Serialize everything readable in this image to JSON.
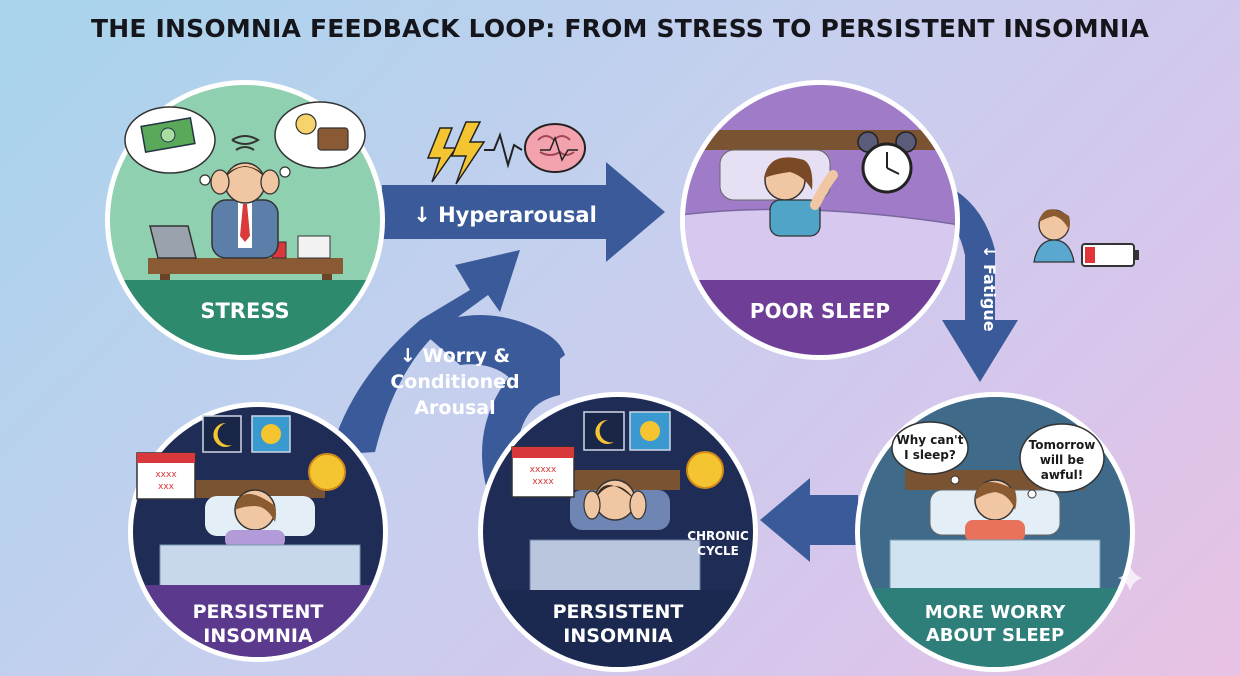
{
  "title": "THE INSOMNIA FEEDBACK LOOP: FROM STRESS TO PERSISTENT INSOMNIA",
  "nodes": {
    "stress": {
      "label": "STRESS",
      "icon": "stressed-worker-icon"
    },
    "poor_sleep": {
      "label": "POOR SLEEP",
      "icon": "sleepless-in-bed-icon"
    },
    "more_worry": {
      "label_line1": "MORE WORRY",
      "label_line2": "ABOUT SLEEP",
      "icon": "worried-in-bed-icon",
      "thought_left": [
        "Why can't",
        "I sleep?"
      ],
      "thought_right": [
        "Tomorrow",
        "will be",
        "awful!"
      ]
    },
    "persistent_center": {
      "label_line1": "PERSISTENT",
      "label_line2": "INSOMNIA",
      "side_note_line1": "CHRONIC",
      "side_note_line2": "CYCLE",
      "icon": "head-in-hands-icon"
    },
    "persistent_left": {
      "label_line1": "PERSISTENT",
      "label_line2": "INSOMNIA",
      "icon": "awake-in-bed-icon"
    }
  },
  "arrows": {
    "hyperarousal": "↓ Hyperarousal",
    "fatigue": "↓ Fatigue",
    "worry_line1": "↓ Worry &",
    "worry_line2": "Conditioned",
    "worry_line3": "Arousal"
  },
  "colors": {
    "arrow": "#3a5a9a",
    "stress_bg": "#8fd0b0",
    "stress_band": "#2e8a6e",
    "poor_sleep_bg": "#a07cc8",
    "poor_sleep_band": "#6f3f98",
    "worry_bg": "#3f6a8a",
    "worry_band": "#2e7e7a",
    "night_bg": "#1f2d56",
    "persistent_band_left": "#5b3a8e",
    "persistent_band_center": "#1b2850"
  }
}
